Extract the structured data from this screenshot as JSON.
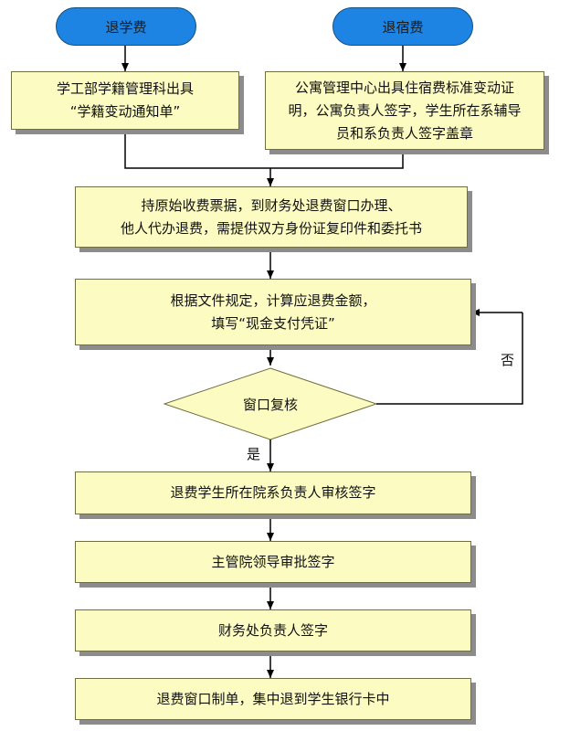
{
  "start_nodes": {
    "tuition": "退学费",
    "dorm": "退宿费"
  },
  "boxes": {
    "tuition_notice": [
      "学工部学籍管理科出具",
      "“学籍变动通知单”"
    ],
    "dorm_cert": [
      "公寓管理中心出具住宿费标准变动证",
      "明，公寓负责人签字，学生所在系辅导",
      "员和系负责人签字盖章"
    ],
    "apply": [
      "持原始收费票据，到财务处退费窗口办理、",
      "他人代办退费，需提供双方身份证复印件和委托书"
    ],
    "calculate": [
      "根据文件规定，计算应退费金额，",
      "填写“现金支付凭证”"
    ],
    "dept_sign": [
      "退费学生所在院系负责人审核签字"
    ],
    "leader_sign": [
      "主管院领导审批签字"
    ],
    "finance_sign": [
      "财务处负责人签字"
    ],
    "transfer": [
      "退费窗口制单，集中退到学生银行卡中"
    ]
  },
  "decision": {
    "label": "窗口复核",
    "yes": "是",
    "no": "否"
  },
  "colors": {
    "pill_fill": "#1e84e3",
    "box_fill": "#fbfbc2",
    "shadow": "#8c8c8c",
    "line": "#000000"
  }
}
